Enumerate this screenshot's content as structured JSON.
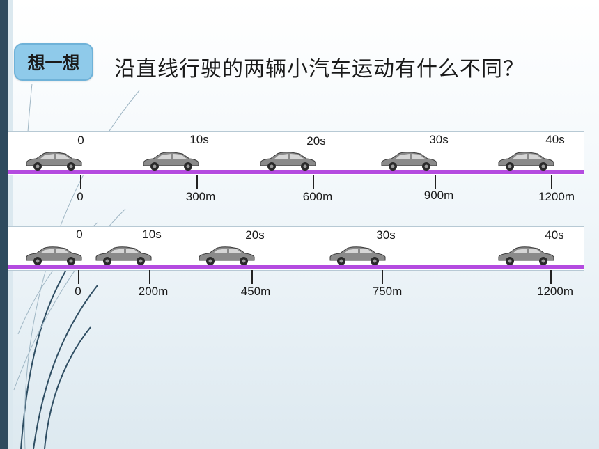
{
  "badge": "想一想",
  "title": "沿直线行驶的两辆小汽车运动有什么不同？",
  "row1": {
    "times": [
      "0",
      "10s",
      "20s",
      "30s",
      "40s"
    ],
    "distances": [
      "0",
      "300m",
      "600m",
      "900m",
      "1200m"
    ]
  },
  "row2": {
    "times": [
      "0",
      "10s",
      "20s",
      "30s",
      "40s"
    ],
    "distances": [
      "0",
      "200m",
      "450m",
      "750m",
      "1200m"
    ]
  }
}
